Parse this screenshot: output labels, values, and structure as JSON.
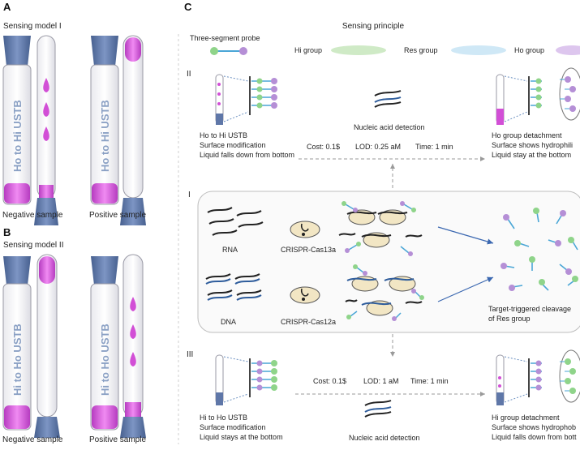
{
  "colors": {
    "magenta": "#d24fd6",
    "blue_gray": "#5f77a8",
    "tube_edge": "#9a9aa6",
    "green": "#8fd48a",
    "light_blue": "#a9d8f2",
    "purple": "#b58fd6",
    "dna_blue": "#2f5d9c",
    "beige": "#f2e6c4"
  },
  "panels": {
    "a": "A",
    "b": "B",
    "c": "C"
  },
  "panel_a": {
    "title": "Sensing model I",
    "tube_label": "Ho to Hi USTB",
    "neg": "Negative sample",
    "pos": "Positive sample"
  },
  "panel_b": {
    "title": "Sensing model II",
    "tube_label": "Hi to Ho USTB",
    "neg": "Negative sample",
    "pos": "Positive sample"
  },
  "panel_c": {
    "sensing_principle": "Sensing principle",
    "probe": "Three-segment probe",
    "hi_group": "Hi group",
    "res_group": "Res group",
    "ho_group": "Ho group",
    "row2": {
      "num": "II",
      "desc1": "Ho to Hi USTB",
      "desc2": "Surface modification",
      "desc3": "Liquid falls down from bottom",
      "detection": "Nucleic acid detection",
      "cost": "Cost: 0.1$",
      "lod": "LOD: 0.25 aM",
      "time": "Time: 1 min",
      "res1": "Ho group detachment",
      "res2": "Surface shows hydrophili",
      "res3": "Liquid stay at the bottom"
    },
    "row1": {
      "num": "I",
      "rna": "RNA",
      "cas13": "CRISPR-Cas13a",
      "dna": "DNA",
      "cas12": "CRISPR-Cas12a",
      "cleave1": "Target-triggered cleavage",
      "cleave2": "of Res group"
    },
    "row3": {
      "num": "III",
      "desc1": "Hi to Ho USTB",
      "desc2": "Surface modification",
      "desc3": "Liquid stays at the bottom",
      "detection": "Nucleic acid detection",
      "cost": "Cost: 0.1$",
      "lod": "LOD: 1 aM",
      "time": "Time: 1 min",
      "res1": "Hi group detachment",
      "res2": "Surface shows hydrophob",
      "res3": "Liquid falls down from bott"
    }
  }
}
